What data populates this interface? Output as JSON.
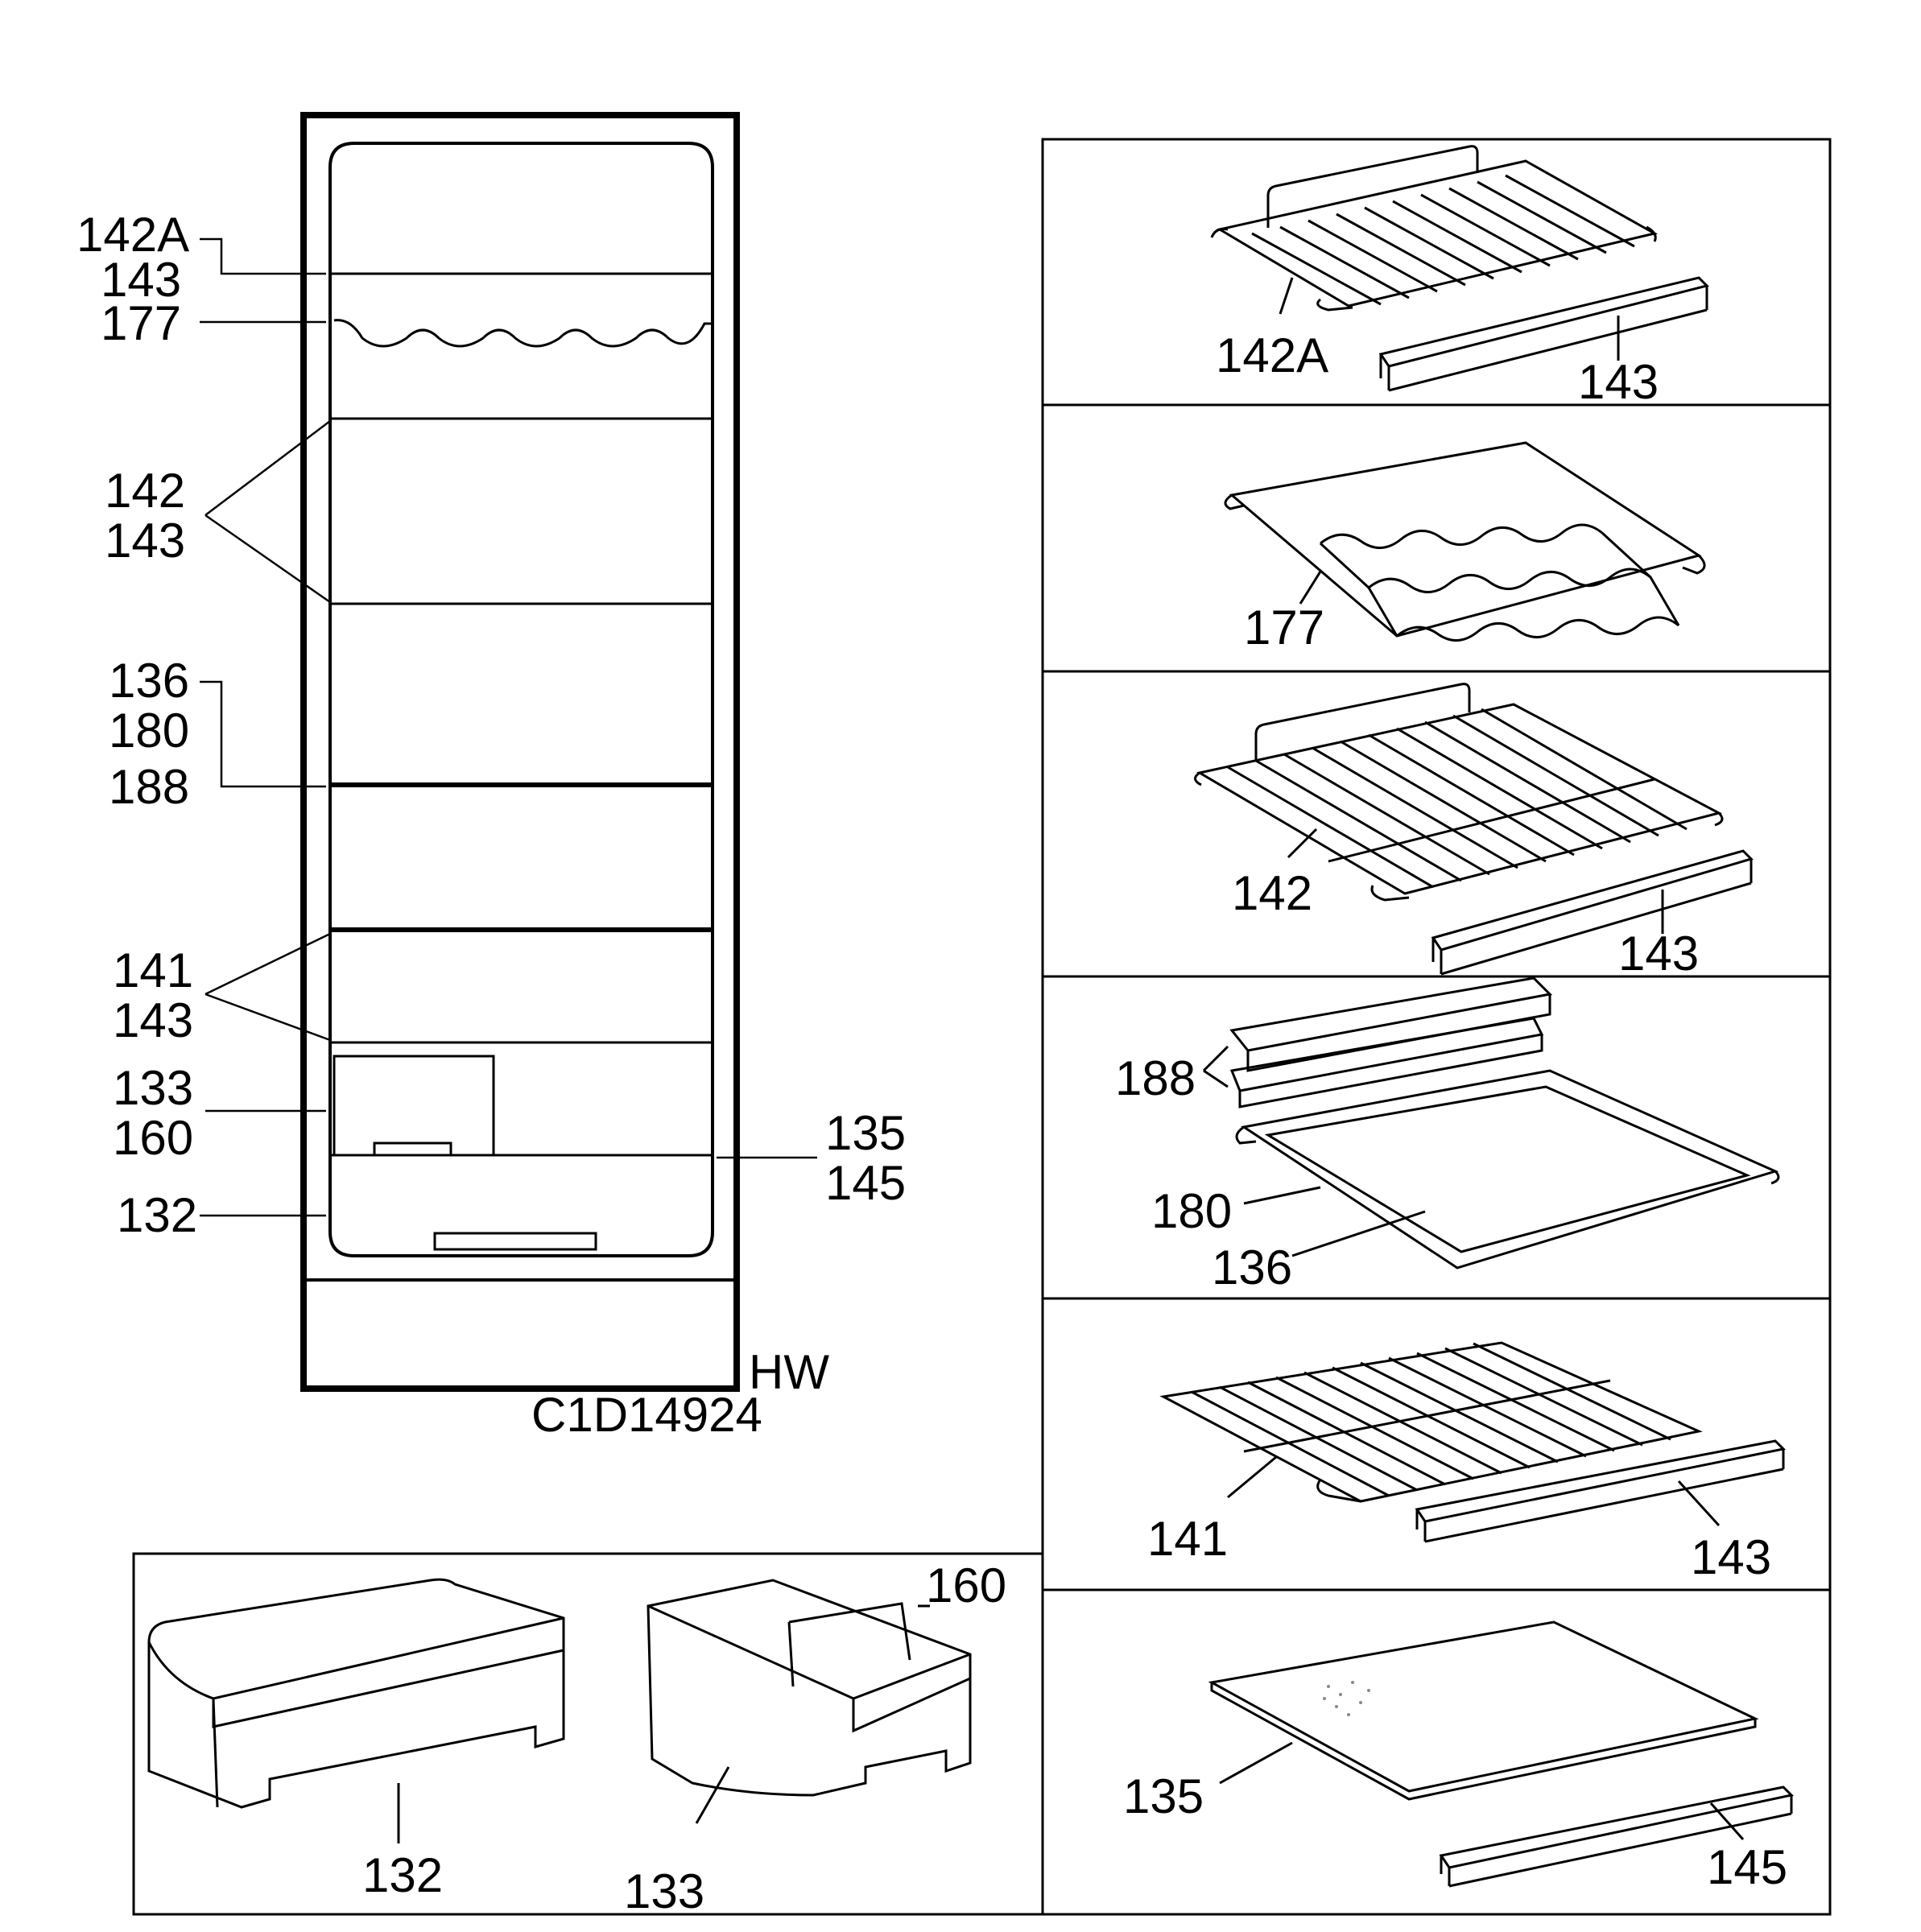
{
  "drawing_code": "C1D14924",
  "model_code": "HW",
  "cabinet_labels": {
    "l142A": "142A",
    "l143a": "143",
    "l177": "177",
    "l142": "142",
    "l143b": "143",
    "l136": "136",
    "l180": "180",
    "l188": "188",
    "l141": "141",
    "l143c": "143",
    "l133": "133",
    "l160": "160",
    "l132": "132",
    "l135": "135",
    "l145": "145"
  },
  "panels": {
    "p1": {
      "a": "142A",
      "b": "143"
    },
    "p2": {
      "a": "177"
    },
    "p3": {
      "a": "142",
      "b": "143"
    },
    "p4": {
      "a": "188",
      "b": "180",
      "c": "136"
    },
    "p5": {
      "a": "141",
      "b": "143"
    },
    "p6": {
      "a": "135",
      "b": "145"
    },
    "bins": {
      "a": "132",
      "b": "133",
      "c": "160"
    }
  },
  "colors": {
    "line": "#000000",
    "background": "#ffffff"
  }
}
